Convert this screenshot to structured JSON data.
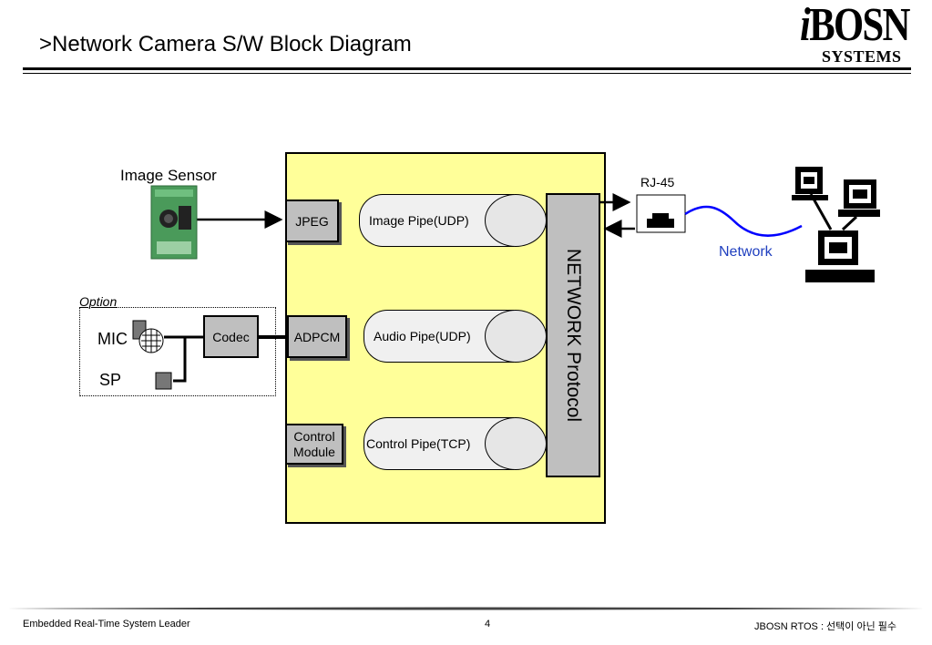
{
  "header": {
    "title": ">Network Camera S/W Block Diagram",
    "logo_main_i": "i",
    "logo_main_rest": "BOSN",
    "logo_sub": "SYSTEMS"
  },
  "diagram": {
    "image_sensor_label": "Image Sensor",
    "option_label": "Option",
    "mic_label": "MIC",
    "sp_label": "SP",
    "codec_label": "Codec",
    "jpeg_label": "JPEG",
    "adpcm_label": "ADPCM",
    "control_module_label_1": "Control",
    "control_module_label_2": "Module",
    "image_pipe_label": "Image Pipe(UDP)",
    "audio_pipe_label": "Audio Pipe(UDP)",
    "control_pipe_label": "Control Pipe(TCP)",
    "network_protocol_label": "NETWORK Protocol",
    "rj45_label": "RJ-45",
    "network_label": "Network",
    "colors": {
      "main_box": "#ffff99",
      "module_gray": "#bfbfbf",
      "network_cable": "#0000ff",
      "network_text": "#1f3fbf",
      "sensor_board": "#4a9a5a"
    }
  },
  "footer": {
    "left": "Embedded Real-Time System Leader",
    "page": "4",
    "right": "JBOSN RTOS : 선택이 아닌 필수"
  }
}
